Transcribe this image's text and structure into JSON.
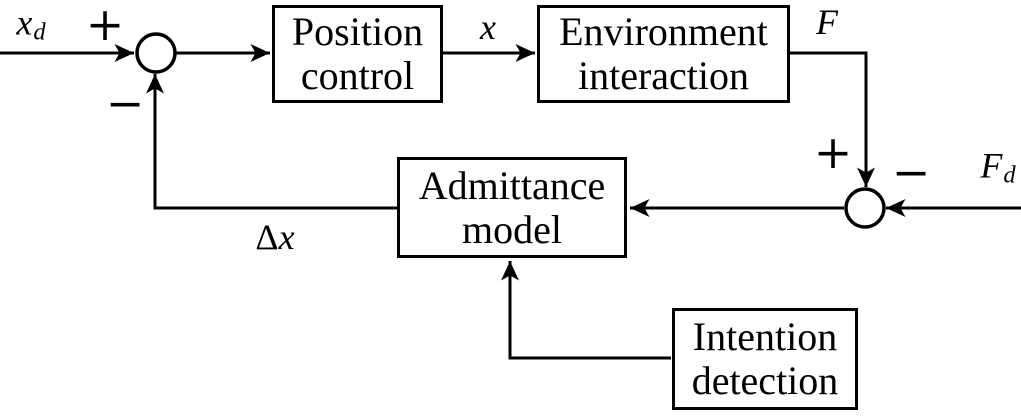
{
  "diagram_type": "control-system-block-diagram",
  "blocks": {
    "position_control": {
      "line1": "Position",
      "line2": "control"
    },
    "environment_interaction": {
      "line1": "Environment",
      "line2": "interaction"
    },
    "admittance_model": {
      "line1": "Admittance",
      "line2": "model"
    },
    "intention_detection": {
      "line1": "Intention",
      "line2": "detection"
    }
  },
  "labels": {
    "desired_position": {
      "base": "x",
      "sub": "d"
    },
    "position_signal": "x",
    "force_signal": "F",
    "desired_force": {
      "base": "F",
      "sub": "d"
    },
    "position_correction": {
      "delta": "Δ",
      "var": "x"
    }
  },
  "operators": {
    "sum1_plus": "+",
    "sum1_minus": "−",
    "sum2_plus": "+",
    "sum2_minus": "−"
  },
  "colors": {
    "line": "#000000",
    "background": "#ffffff"
  }
}
